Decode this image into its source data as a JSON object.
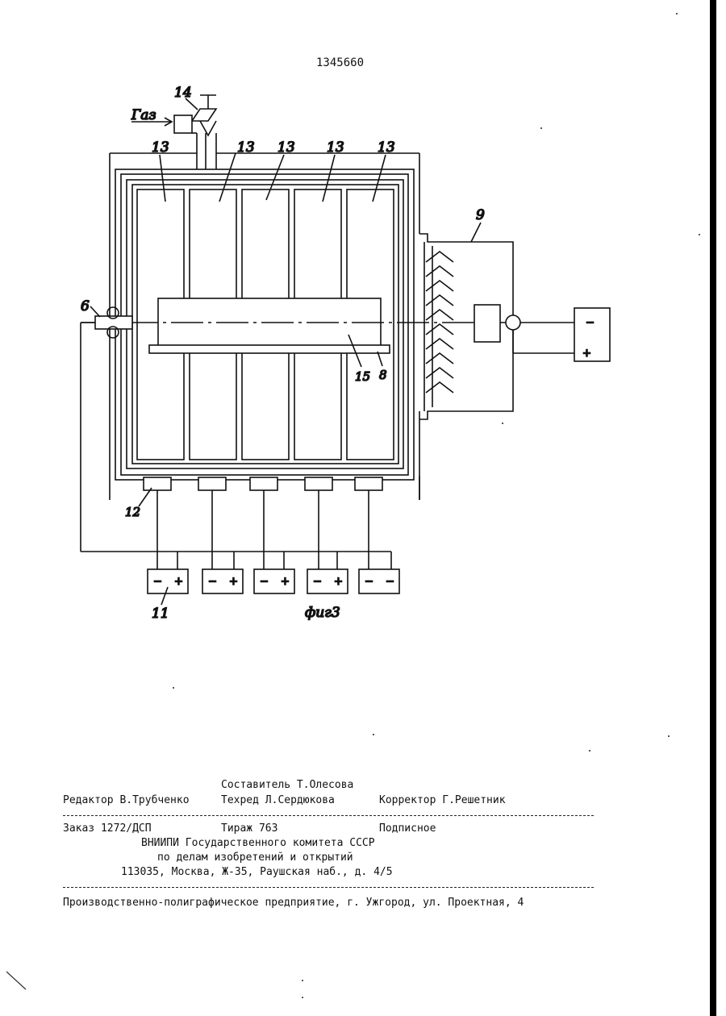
{
  "page_number": "1345660",
  "figure": {
    "gas_label": "Газ",
    "caption": "фиг3",
    "labels": {
      "valve": "14",
      "cell": "13",
      "chamber": "9",
      "left_contact": "6",
      "bar": "15",
      "rod": "8",
      "bottom_contact": "12",
      "battery": "11"
    },
    "battery_minus": "−",
    "battery_plus": "+"
  },
  "imprint": {
    "compiler": "Составитель Т.Олесова",
    "editor": "Редактор В.Трубченко",
    "techred": "Техред Л.Сердюкова",
    "corrector": "Корректор Г.Решетник",
    "order": "Заказ 1272/ДСП",
    "circulation": "Тираж 763",
    "subscription": "Подписное",
    "org_line1": "ВНИИПИ Государственного комитета СССР",
    "org_line2": "по делам изобретений и открытий",
    "address": "113035, Москва, Ж-35, Раушская наб., д. 4/5",
    "printer": "Производственно-полиграфическое предприятие, г. Ужгород, ул. Проектная, 4"
  }
}
